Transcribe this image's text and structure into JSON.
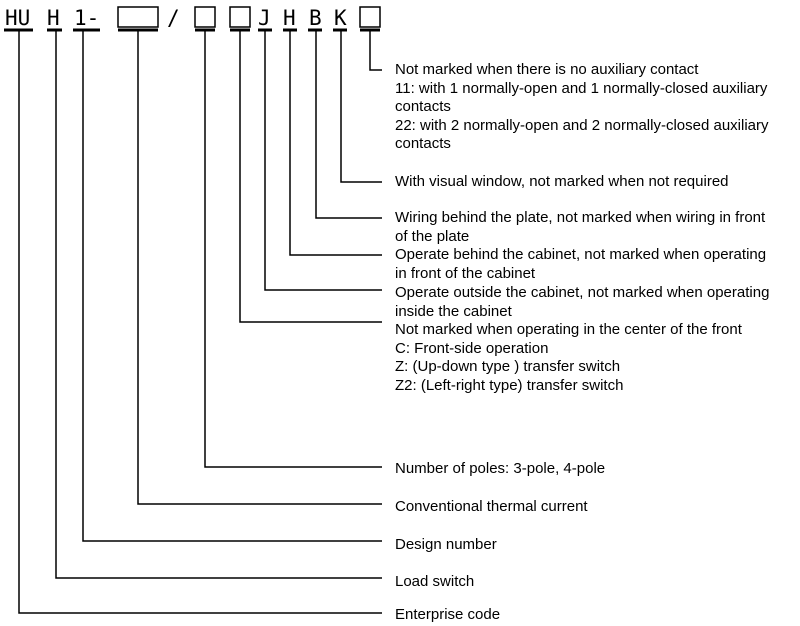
{
  "code": {
    "prefix": "HU",
    "h": "H",
    "design": "1-",
    "slash": "/",
    "j": "J",
    "h2": "H",
    "b": "B",
    "k": "K"
  },
  "descriptions": {
    "auxiliary": [
      "Not marked when there is no auxiliary contact",
      "11: with 1 normally-open and 1 normally-closed auxiliary",
      "contacts",
      "22: with 2 normally-open and 2 normally-closed auxiliary",
      "contacts"
    ],
    "window": [
      "With visual window, not marked when not required"
    ],
    "wiring": [
      "Wiring behind the plate, not marked when wiring in front",
      "of the plate"
    ],
    "behind_cabinet": [
      "Operate behind the cabinet, not marked when operating",
      "in front of the cabinet"
    ],
    "outside_cabinet": [
      "Operate outside the cabinet, not marked when operating",
      "inside the cabinet"
    ],
    "operation": [
      "Not marked when operating in the center of the front",
      "C: Front-side operation",
      "Z: (Up-down type ) transfer switch",
      "Z2: (Left-right type) transfer switch"
    ],
    "poles": [
      "Number of poles: 3-pole, 4-pole"
    ],
    "current": [
      "Conventional thermal current"
    ],
    "design_number": [
      "Design number"
    ],
    "load_switch": [
      "Load switch"
    ],
    "enterprise": [
      "Enterprise code"
    ]
  }
}
